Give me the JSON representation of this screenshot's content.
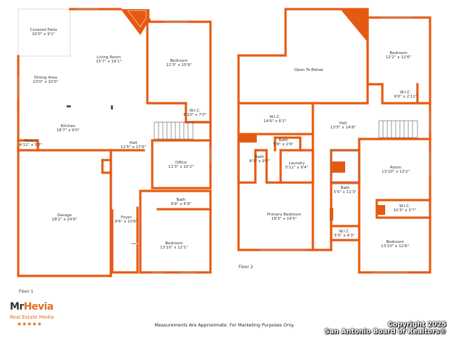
{
  "colors": {
    "wall": "#e55a12",
    "text": "#333333",
    "logo_accent": "#e56a1e"
  },
  "floors": [
    {
      "label": "Floor 1",
      "rooms": [
        {
          "name": "Covered Patio",
          "dim": "10'0\" x 9'1\""
        },
        {
          "name": "Living Room",
          "dim": "15'7\" x 19'1\""
        },
        {
          "name": "Bedroom",
          "dim": "12'3\" x 15'9\""
        },
        {
          "name": "Dining Area",
          "dim": "10'0\" x 10'0\""
        },
        {
          "name": "W.I.C.",
          "dim": "6'10\" x 7'0\""
        },
        {
          "name": "Kitchen",
          "dim": "18'7\" x 9'0\""
        },
        {
          "name": "Pantry",
          "dim": "4'11\" x 3'7\""
        },
        {
          "name": "Hall",
          "dim": "12'5\" x 17'6\""
        },
        {
          "name": "Office",
          "dim": "11'3\" x 10'2\""
        },
        {
          "name": "Bath",
          "dim": "9'9\" x 4'9\""
        },
        {
          "name": "Garage",
          "dim": "18'2\" x 24'6\""
        },
        {
          "name": "Foyer",
          "dim": "9'6\" x 10'6\""
        },
        {
          "name": "Bedroom",
          "dim": "13'10\" x 12'1\""
        }
      ]
    },
    {
      "label": "Floor 2",
      "rooms": [
        {
          "name": "Open To Below",
          "dim": ""
        },
        {
          "name": "Bedroom",
          "dim": "12'2\" x 12'6\""
        },
        {
          "name": "W.I.C.",
          "dim": "9'0\" x 2'11\""
        },
        {
          "name": "W.I.C.",
          "dim": "14'6\" x 6'1\""
        },
        {
          "name": "Hall",
          "dim": "13'5\" x 14'8\""
        },
        {
          "name": "Bath",
          "dim": "5'8\" x 2'6\""
        },
        {
          "name": "Bath",
          "dim": "8'3\" x 9'5\""
        },
        {
          "name": "Laundry",
          "dim": "5'11\" x 9'4\""
        },
        {
          "name": "Room",
          "dim": "13'10\" x 13'2\""
        },
        {
          "name": "Bath",
          "dim": "5'5\" x 11'3\""
        },
        {
          "name": "W.I.C.",
          "dim": "10'3\" x 3'7\""
        },
        {
          "name": "Primary Bedroom",
          "dim": "18'3\" x 14'5\""
        },
        {
          "name": "W.I.C.",
          "dim": "5'5\" x 4'3\""
        },
        {
          "name": "Bedroom",
          "dim": "13'10\" x 12'6\""
        }
      ]
    }
  ],
  "footer": {
    "note": "Measurements Are Approximate. For Marketing Purposes Only.",
    "copyright_line1": "Copyright 2025",
    "copyright_line2": "San Antonio Board of Realtors®"
  },
  "logo": {
    "brand_mr": "Mr",
    "brand_name": "Hevia",
    "subtitle": "Real Estate Media",
    "stars": "★★★★★"
  }
}
